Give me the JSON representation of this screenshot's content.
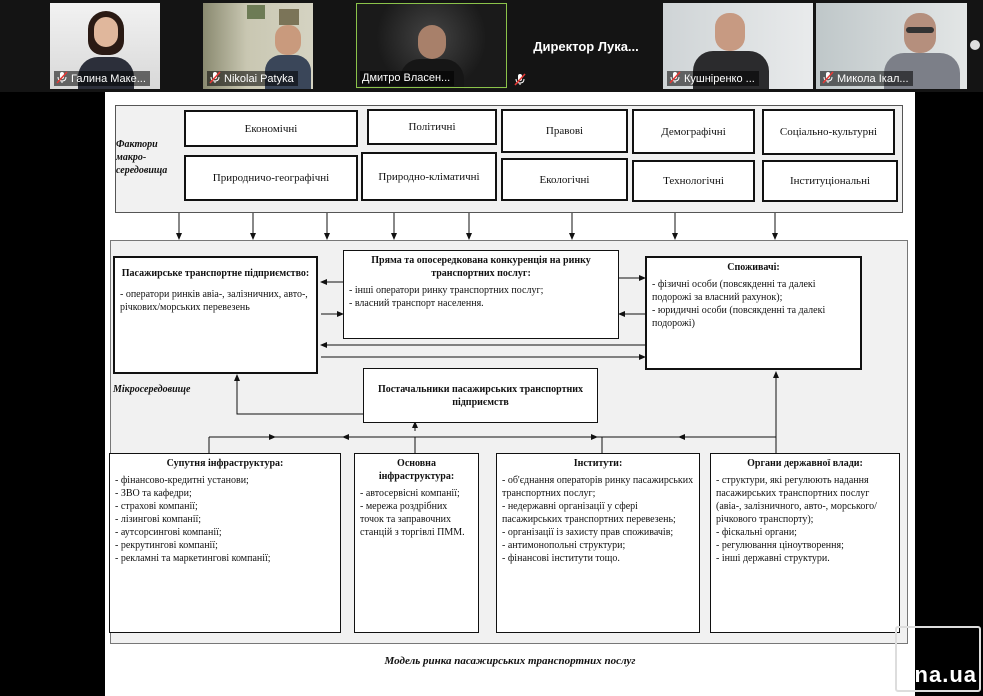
{
  "participants": [
    {
      "name": "Галина Маке..."
    },
    {
      "name": "Nikolai Patyka"
    },
    {
      "name": "Дмитро Власен..."
    },
    {
      "name": "Директор  Лука..."
    },
    {
      "name": "Кушніренко ..."
    },
    {
      "name": "Микола Ікал..."
    }
  ],
  "diagram": {
    "macro_label": "Фактори макро-середовища",
    "micro_label": "Мікросередовище",
    "factors": [
      "Економічні",
      "Політичні",
      "Правові",
      "Демографічні",
      "Соціально-культурні",
      "Природничо-географічні",
      "Природно-кліматичні",
      "Екологічні",
      "Технологічні",
      "Інституціональні"
    ],
    "enterprise": {
      "title": "Пасажирське транспортне підприємство:",
      "items": [
        "- оператори ринків авіа-, залізничних, авто-, річкових/морських перевезень"
      ]
    },
    "competition": {
      "title": "Пряма та опосередкована конкуренція на ринку транспортних послуг:",
      "items": [
        "- інші оператори ринку транспортних послуг;",
        "- власний транспорт населення."
      ]
    },
    "consumers": {
      "title": "Споживачі:",
      "items": [
        "- фізичні особи (повсякденні та далекі подорожі за власний рахунок);",
        "- юридичні особи (повсякденні та далекі подорожі)"
      ]
    },
    "suppliers": {
      "title": "Постачальники пасажирських транспортних підприємств"
    },
    "infrastructure": {
      "title": "Супутня інфраструктура:",
      "items": [
        "- фінансово-кредитні установи;",
        "- ЗВО та кафедри;",
        "- страхові компанії;",
        "- лізингові компанії;",
        "- аутсорсингові компанії;",
        "- рекрутингові компанії;",
        "- рекламні та маркетингові компанії;"
      ]
    },
    "basic_infra": {
      "title": "Основна інфраструктура:",
      "items": [
        "- автосервісні компанії;",
        "- мережа роздрібних точок та заправочних станцій з торгівлі ПММ."
      ]
    },
    "institutes": {
      "title": "Інститути:",
      "items": [
        "- об'єднання операторів ринку пасажирських транспортних послуг;",
        "- недержавні організації у сфері пасажирських транспортних перевезень;",
        "- організації із захисту прав споживачів;",
        "- антимонопольні структури;",
        "- фінансові інститути тощо."
      ]
    },
    "government": {
      "title": "Органи державної влади:",
      "items": [
        "- структури, які регулюють надання пасажирських транспортних послуг (авіа-, залізничного, авто-, морського/ річкового транспорту);",
        "- фіскальні органи;",
        "- регулювання ціноутворення;",
        "- інші державні структури."
      ]
    },
    "caption": "Модель ринка пасажирських транспортних послуг"
  },
  "watermark": "na.ua"
}
